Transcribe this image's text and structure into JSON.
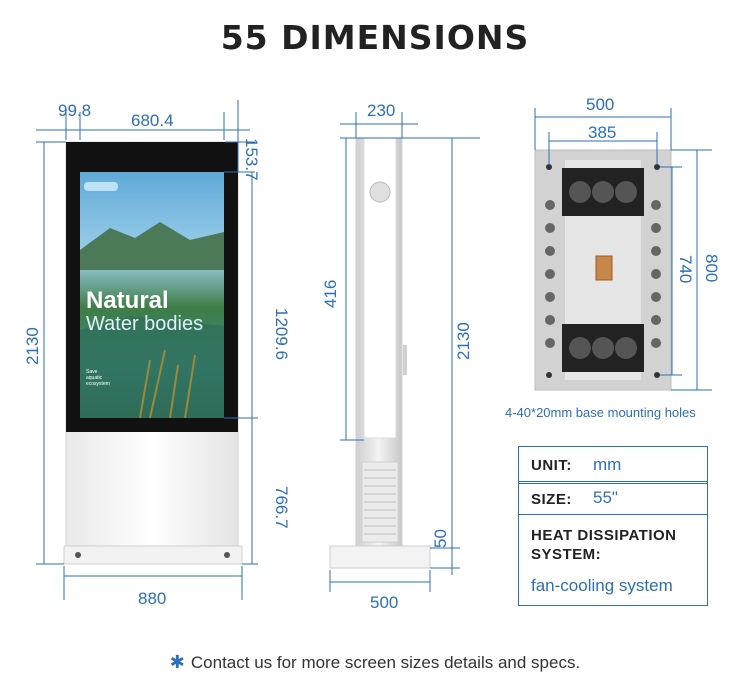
{
  "title": "55 DIMENSIONS",
  "screen_text": {
    "heading1": "Natural",
    "heading2": "Water bodies",
    "small1": "Save",
    "small2": "aquatic",
    "small3": "ecosystem"
  },
  "front_dims": {
    "left_margin": "99.8",
    "screen_width": "680.4",
    "top_margin": "153.7",
    "total_height": "2130",
    "screen_height": "1209.6",
    "base_height": "766.7",
    "base_width": "880"
  },
  "side_dims": {
    "depth": "230",
    "upper": "416",
    "total_height": "2130",
    "foot_height": "50",
    "base_depth": "500"
  },
  "base_dims": {
    "outer_width": "500",
    "inner_width": "385",
    "inner_height": "740",
    "outer_height": "800",
    "note": "4-40*20mm base mounting holes"
  },
  "specs": {
    "unit_label": "UNIT:",
    "unit_value": "mm",
    "size_label": "SIZE:",
    "size_value": "55\"",
    "heat_label_1": "HEAT DISSIPATION",
    "heat_label_2": "SYSTEM:",
    "heat_value": "fan-cooling system"
  },
  "footer": {
    "star": "✱",
    "text": "Contact us for more screen sizes details and specs."
  }
}
